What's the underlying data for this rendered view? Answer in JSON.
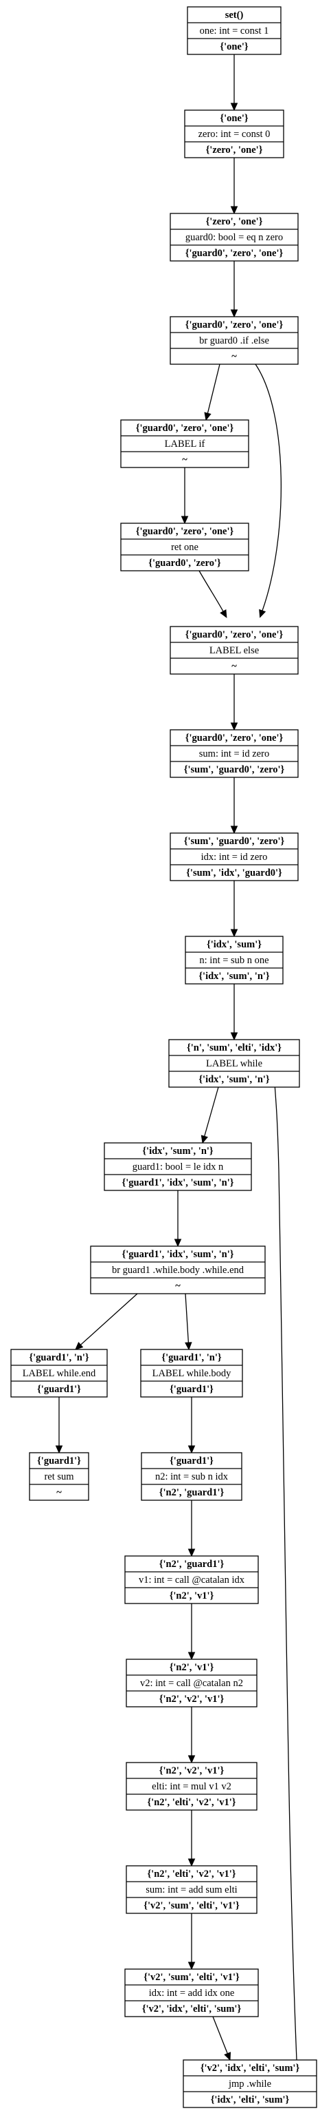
{
  "colors": {
    "stroke": "#000000",
    "fill": "#ffffff",
    "text": "#000000"
  },
  "nodes": [
    {
      "id": "n0",
      "rows": [
        "set()",
        "one: int = const 1",
        "{'one'}"
      ]
    },
    {
      "id": "n1",
      "rows": [
        "{'one'}",
        "zero: int = const 0",
        "{'zero', 'one'}"
      ]
    },
    {
      "id": "n2",
      "rows": [
        "{'zero', 'one'}",
        "guard0: bool = eq n zero",
        "{'guard0', 'zero', 'one'}"
      ]
    },
    {
      "id": "n3",
      "rows": [
        "{'guard0', 'zero', 'one'}",
        "br guard0 .if .else",
        "~"
      ]
    },
    {
      "id": "n4",
      "rows": [
        "{'guard0', 'zero', 'one'}",
        "LABEL if",
        "~"
      ]
    },
    {
      "id": "n5",
      "rows": [
        "{'guard0', 'zero', 'one'}",
        "ret one",
        "{'guard0', 'zero'}"
      ]
    },
    {
      "id": "n6",
      "rows": [
        "{'guard0', 'zero', 'one'}",
        "LABEL else",
        "~"
      ]
    },
    {
      "id": "n7",
      "rows": [
        "{'guard0', 'zero', 'one'}",
        "sum: int = id zero",
        "{'sum', 'guard0', 'zero'}"
      ]
    },
    {
      "id": "n8",
      "rows": [
        "{'sum', 'guard0', 'zero'}",
        "idx: int = id zero",
        "{'sum', 'idx', 'guard0'}"
      ]
    },
    {
      "id": "n9",
      "rows": [
        "{'idx', 'sum'}",
        "n: int = sub n one",
        "{'idx', 'sum', 'n'}"
      ]
    },
    {
      "id": "n10",
      "rows": [
        "{'n', 'sum', 'elti', 'idx'}",
        "LABEL while",
        "{'idx', 'sum', 'n'}"
      ]
    },
    {
      "id": "n11",
      "rows": [
        "{'idx', 'sum', 'n'}",
        "guard1: bool = le idx n",
        "{'guard1', 'idx', 'sum', 'n'}"
      ]
    },
    {
      "id": "n12",
      "rows": [
        "{'guard1', 'idx', 'sum', 'n'}",
        "br guard1 .while.body .while.end",
        "~"
      ]
    },
    {
      "id": "n13",
      "rows": [
        "{'guard1', 'n'}",
        "LABEL while.end",
        "{'guard1'}"
      ]
    },
    {
      "id": "n14",
      "rows": [
        "{'guard1'}",
        "ret sum",
        "~"
      ]
    },
    {
      "id": "n15",
      "rows": [
        "{'guard1', 'n'}",
        "LABEL while.body",
        "{'guard1'}"
      ]
    },
    {
      "id": "n16",
      "rows": [
        "{'guard1'}",
        "n2: int = sub n idx",
        "{'n2', 'guard1'}"
      ]
    },
    {
      "id": "n17",
      "rows": [
        "{'n2', 'guard1'}",
        "v1: int = call @catalan idx",
        "{'n2', 'v1'}"
      ]
    },
    {
      "id": "n18",
      "rows": [
        "{'n2', 'v1'}",
        "v2: int = call @catalan n2",
        "{'n2', 'v2', 'v1'}"
      ]
    },
    {
      "id": "n19",
      "rows": [
        "{'n2', 'v2', 'v1'}",
        "elti: int = mul v1 v2",
        "{'n2', 'elti', 'v2', 'v1'}"
      ]
    },
    {
      "id": "n20",
      "rows": [
        "{'n2', 'elti', 'v2', 'v1'}",
        "sum: int = add sum elti",
        "{'v2', 'sum', 'elti', 'v1'}"
      ]
    },
    {
      "id": "n21",
      "rows": [
        "{'v2', 'sum', 'elti', 'v1'}",
        "idx: int = add idx one",
        "{'v2', 'idx', 'elti', 'sum'}"
      ]
    },
    {
      "id": "n22",
      "rows": [
        "{'v2', 'idx', 'elti', 'sum'}",
        "jmp .while",
        "{'idx', 'elti', 'sum'}"
      ]
    }
  ],
  "edges": [
    [
      "n0",
      "n1"
    ],
    [
      "n1",
      "n2"
    ],
    [
      "n2",
      "n3"
    ],
    [
      "n3",
      "n4"
    ],
    [
      "n3",
      "n6"
    ],
    [
      "n4",
      "n5"
    ],
    [
      "n5",
      "n6"
    ],
    [
      "n6",
      "n7"
    ],
    [
      "n7",
      "n8"
    ],
    [
      "n8",
      "n9"
    ],
    [
      "n9",
      "n10"
    ],
    [
      "n10",
      "n11"
    ],
    [
      "n11",
      "n12"
    ],
    [
      "n12",
      "n13"
    ],
    [
      "n12",
      "n15"
    ],
    [
      "n13",
      "n14"
    ],
    [
      "n15",
      "n16"
    ],
    [
      "n16",
      "n17"
    ],
    [
      "n17",
      "n18"
    ],
    [
      "n18",
      "n19"
    ],
    [
      "n19",
      "n20"
    ],
    [
      "n20",
      "n21"
    ],
    [
      "n21",
      "n22"
    ],
    [
      "n22",
      "n10"
    ]
  ]
}
